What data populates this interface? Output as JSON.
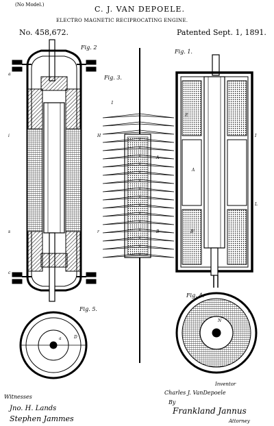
{
  "header": {
    "model_note": "(No Model.)",
    "inventor": "C. J. VAN DEPOELE.",
    "title": "ELECTRO MAGNETIC RECIPROCATING ENGINE.",
    "patent_number": "No. 458,672.",
    "patent_date": "Patented Sept. 1, 1891."
  },
  "figures": {
    "fig2": "Fig. 2",
    "fig3": "Fig. 3.",
    "fig1": "Fig. 1.",
    "fig5": "Fig. 5.",
    "fig4": "Fig. 4."
  },
  "footer": {
    "witnesses_label": "Witnesses",
    "witness_1": "Jno. H. Lands",
    "witness_2": "Stephen Jammes",
    "inventor_label": "Inventor",
    "inventor_signature": "Charles J. VanDepoele",
    "by_label": "By",
    "attorney_signature": "Frankland Jannus",
    "attorney_label": "Attorney"
  },
  "colors": {
    "ink": "#000000",
    "paper": "#ffffff"
  }
}
